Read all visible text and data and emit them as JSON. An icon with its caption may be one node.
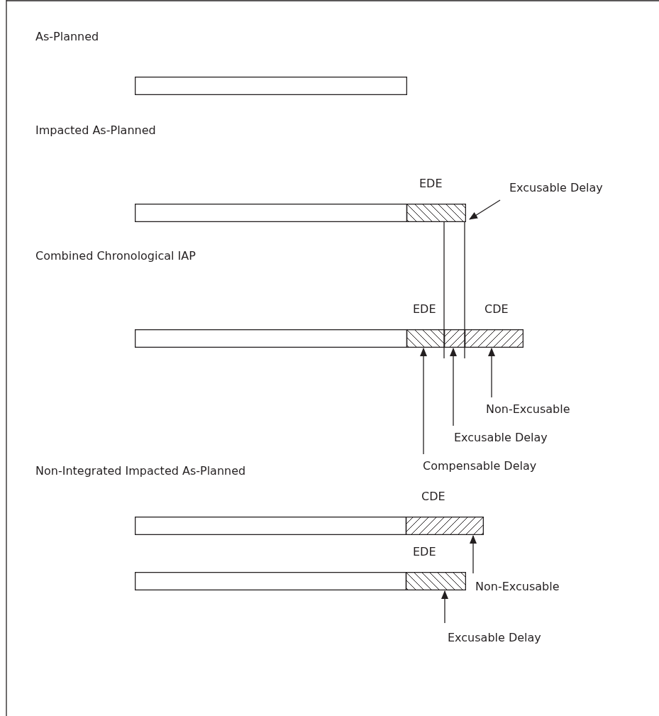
{
  "diagram": {
    "nodes": [
      {
        "text": [],
        "shape": "bar"
      },
      {
        "text": [],
        "shape": "bar"
      },
      {
        "text": [],
        "shape": "bar",
        "beside": [
          "EDE"
        ]
      },
      {
        "text": [
          "Excusable Delay"
        ]
      },
      {
        "text": [],
        "shape": "bar"
      },
      {
        "text": [],
        "shape": "bar",
        "beside": [
          "EDE"
        ]
      },
      {
        "text": [],
        "shape": "bar"
      },
      {
        "text": [],
        "shape": "bar",
        "beside": [
          "CDE"
        ]
      },
      {
        "text": [
          "Non-Excusable"
        ]
      },
      {
        "text": [
          "Excusable Delay"
        ]
      },
      {
        "text": [
          "Compensable Delay"
        ]
      },
      {
        "text": [],
        "shape": "bar"
      },
      {
        "text": [],
        "shape": "bar",
        "beside": [
          "CDE"
        ]
      },
      {
        "text": [],
        "shape": "bar"
      },
      {
        "text": [],
        "shape": "bar",
        "beside": [
          "EDE"
        ]
      },
      {
        "text": [
          "Non-Excusable"
        ]
      },
      {
        "text": [
          "Excusable Delay"
        ]
      }
    ],
    "edges": [
      {
        "from": 3,
        "to": 2,
        "arrow": "to"
      },
      {
        "from": 8,
        "to": 7,
        "arrow": "to"
      },
      {
        "from": 9,
        "to": 6,
        "arrow": "to"
      },
      {
        "from": 10,
        "to": 5,
        "arrow": "to"
      },
      {
        "from": 15,
        "to": 12,
        "arrow": "to"
      },
      {
        "from": 16,
        "to": 14,
        "arrow": "to"
      }
    ],
    "labels": [
      "As-Planned",
      "Impacted As-Planned",
      "Combined Chronological IAP",
      "Non-Integrated Impacted As-Planned"
    ]
  }
}
